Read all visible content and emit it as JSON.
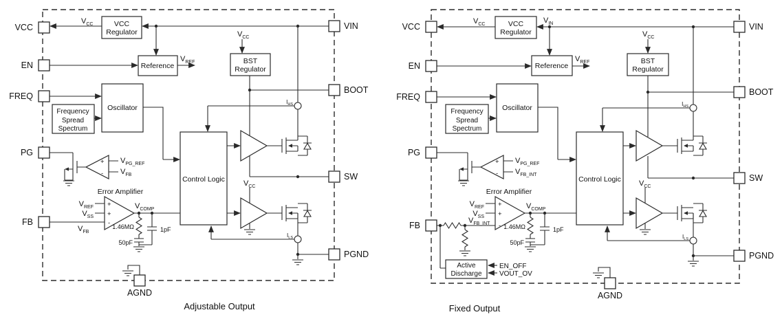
{
  "figure": {
    "captions": {
      "left": "Adjustable Output",
      "right": "Fixed Output"
    }
  },
  "pins": {
    "vcc": "VCC",
    "en": "EN",
    "freq": "FREQ",
    "pg": "PG",
    "fb": "FB",
    "vin": "VIN",
    "boot": "BOOT",
    "sw": "SW",
    "pgnd": "PGND",
    "agnd": "AGND"
  },
  "blocks": {
    "vcc_regulator": {
      "line1": "VCC",
      "line2": "Regulator"
    },
    "reference": {
      "label": "Reference"
    },
    "bst_regulator": {
      "line1": "BST",
      "line2": "Regulator"
    },
    "oscillator": {
      "label": "Oscillator"
    },
    "frequency_spread_spectrum": {
      "line1": "Frequency",
      "line2": "Spread",
      "line3": "Spectrum"
    },
    "control_logic": {
      "label": "Control Logic"
    },
    "error_amplifier": {
      "label": "Error Amplifier"
    },
    "active_discharge": {
      "line1": "Active",
      "line2": "Discharge"
    }
  },
  "signals": {
    "vcc": {
      "base": "V",
      "sub": "CC"
    },
    "vin": {
      "base": "V",
      "sub": "IN"
    },
    "vref": {
      "base": "V",
      "sub": "REF"
    },
    "vpg_ref": {
      "base": "V",
      "sub": "PG_REF"
    },
    "vfb": {
      "base": "V",
      "sub": "FB"
    },
    "vfb_int": {
      "base": "V",
      "sub": "FB_INT"
    },
    "vss": {
      "base": "V",
      "sub": "SS"
    },
    "vcomp": {
      "base": "V",
      "sub": "COMP"
    },
    "ihs": {
      "base": "I",
      "sub": "HS"
    },
    "ils": {
      "base": "I",
      "sub": "LS"
    }
  },
  "components": {
    "comp_resistor": "1.46MΩ",
    "comp_cap_1pf": "1pF",
    "comp_cap_50pf": "50pF"
  },
  "control_signals": {
    "en_off": "EN_OFF",
    "vout_ov": "VOUT_OV"
  },
  "opamp_signs": {
    "plus": "+",
    "minus": "-"
  },
  "colors": {
    "line": "#2a2a2a",
    "text": "#111111",
    "background": "#ffffff"
  }
}
